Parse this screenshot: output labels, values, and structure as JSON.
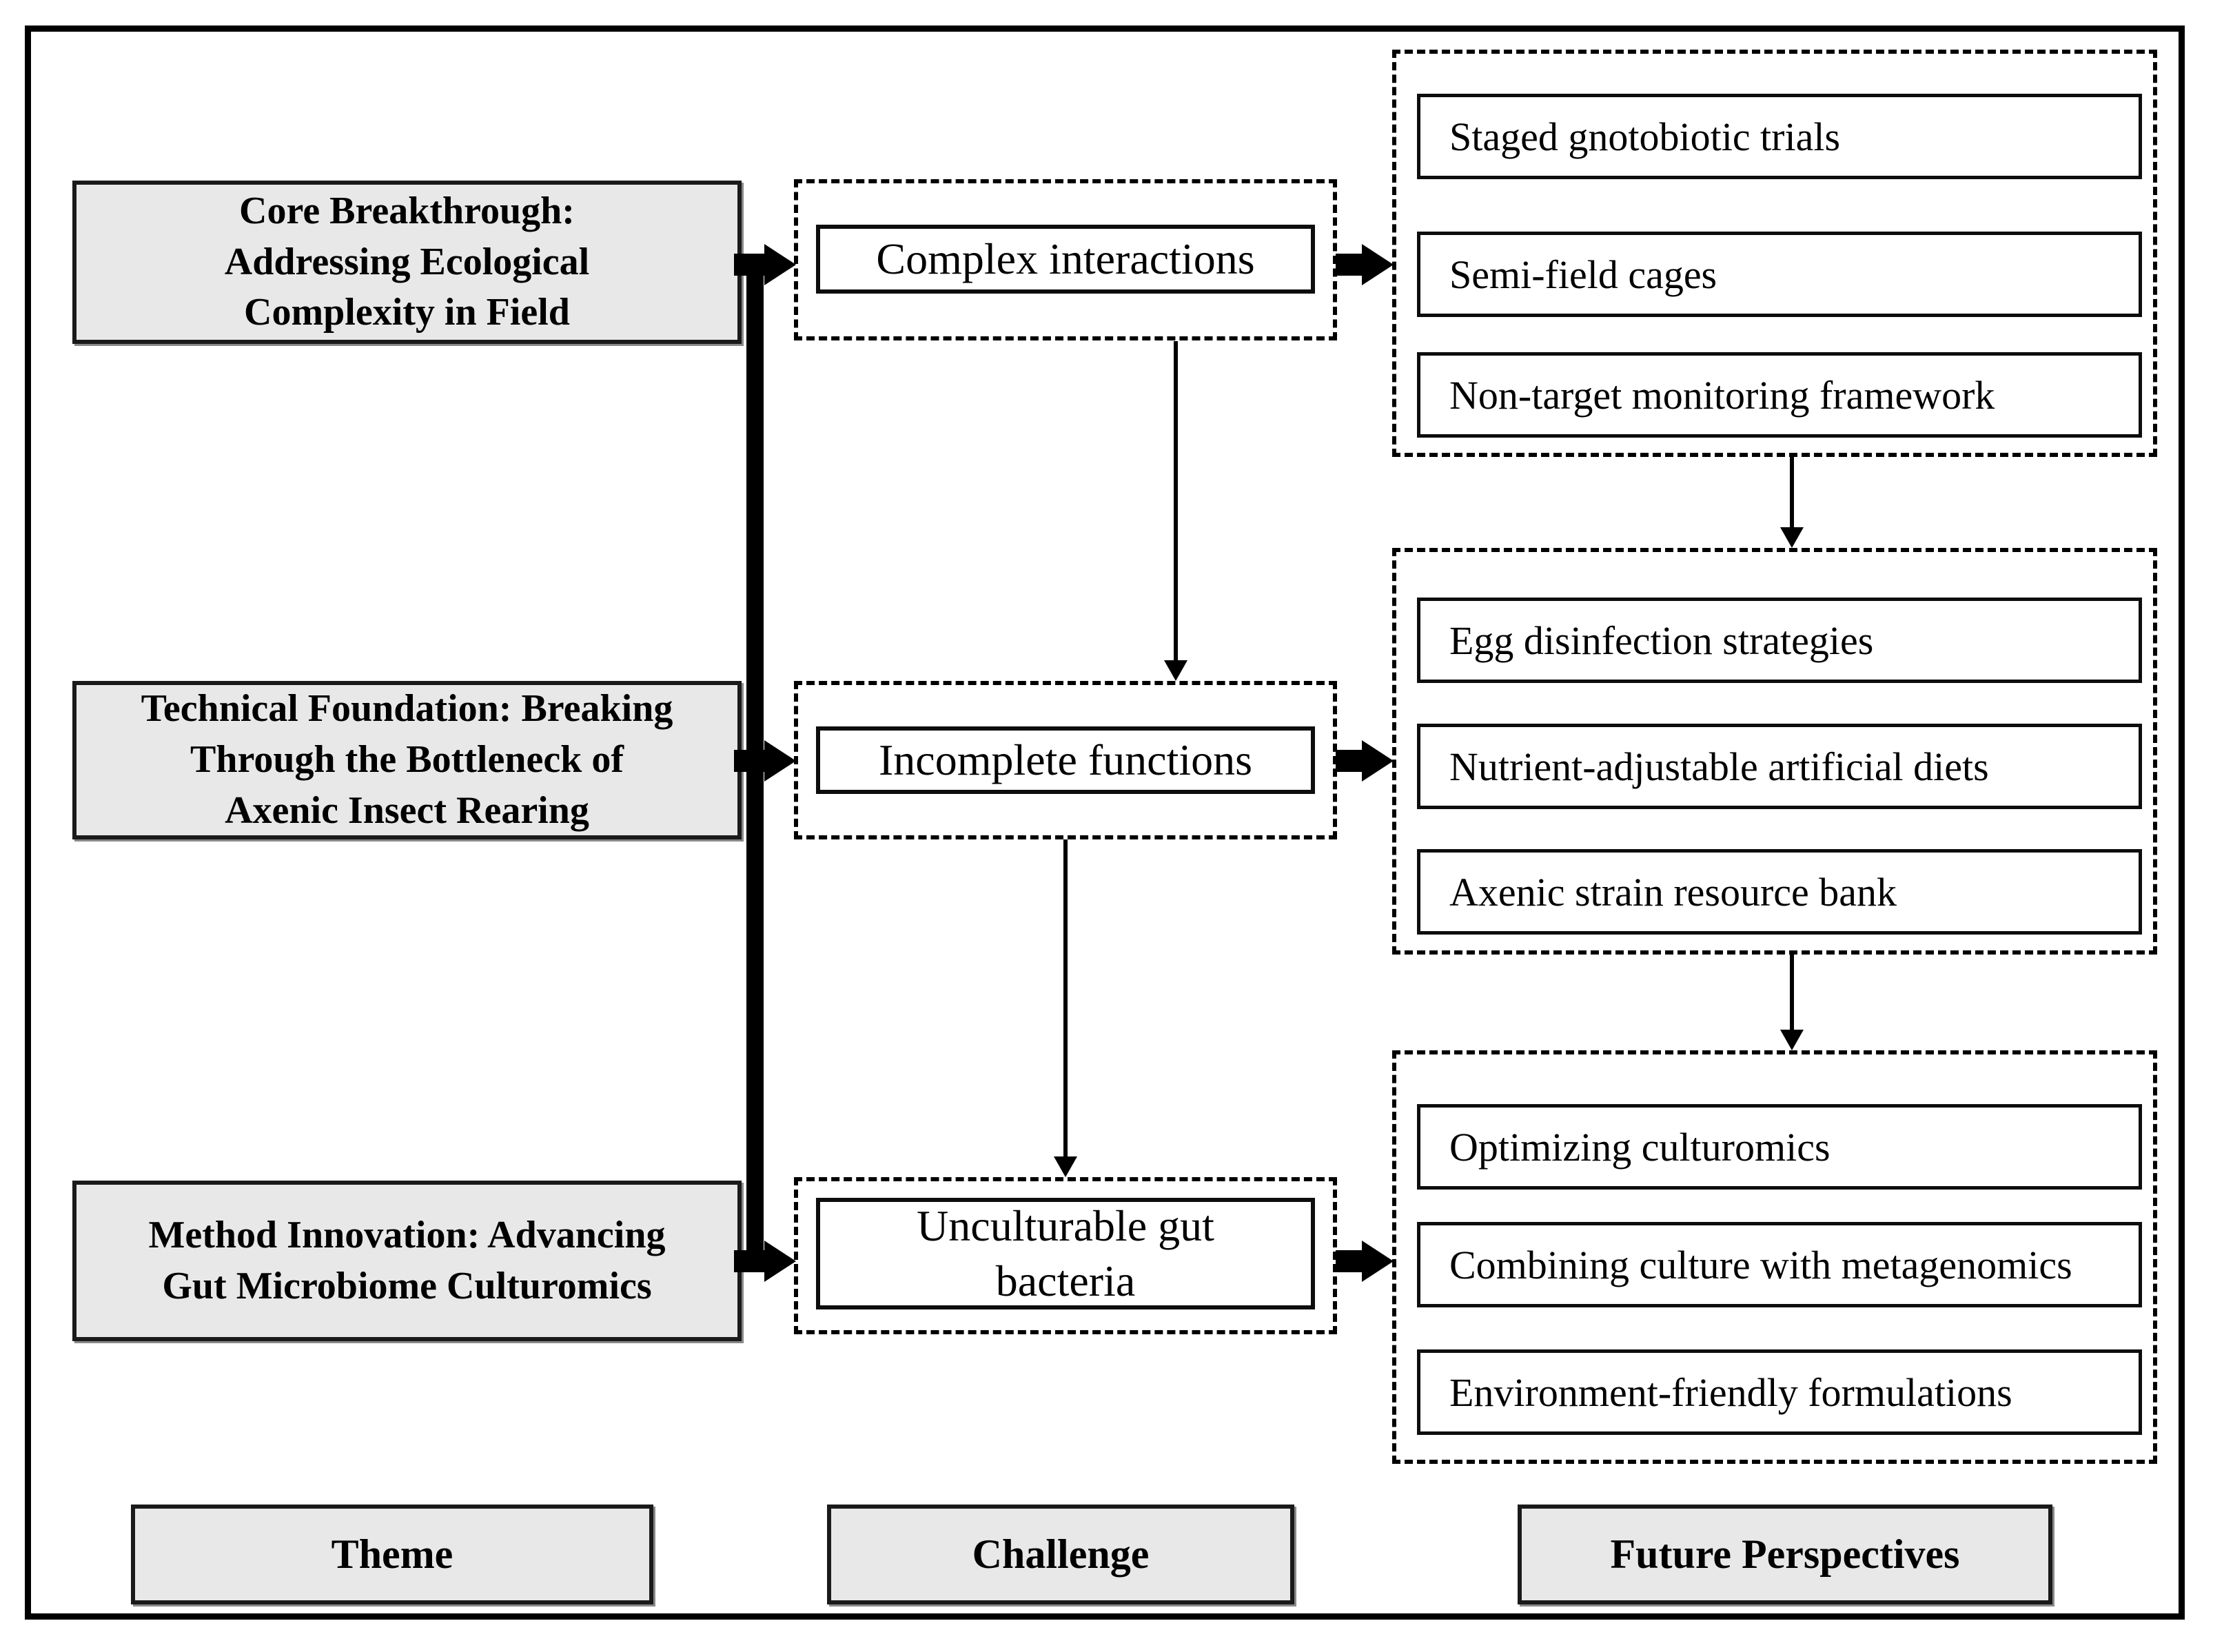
{
  "themes": [
    {
      "label": "Core Breakthrough:\nAddressing Ecological\nComplexity in Field"
    },
    {
      "label": "Technical Foundation: Breaking\nThrough the Bottleneck of\nAxenic Insect Rearing"
    },
    {
      "label": "Method Innovation: Advancing\nGut Microbiome Culturomics"
    }
  ],
  "challenges": [
    {
      "label": "Complex interactions"
    },
    {
      "label": "Incomplete functions"
    },
    {
      "label": "Unculturable gut\nbacteria"
    }
  ],
  "future_perspectives": [
    {
      "items": [
        "Staged gnotobiotic trials",
        "Semi-field cages",
        "Non-target monitoring framework"
      ]
    },
    {
      "items": [
        "Egg disinfection strategies",
        "Nutrient-adjustable artificial diets",
        "Axenic strain resource bank"
      ]
    },
    {
      "items": [
        "Optimizing culturomics",
        "Combining culture with metagenomics",
        "Environment-friendly formulations"
      ]
    }
  ],
  "footer": {
    "theme": "Theme",
    "challenge": "Challenge",
    "future": "Future Perspectives"
  },
  "colors": {
    "box_fill": "#e8e8e8",
    "line": "#000000",
    "background": "#ffffff"
  }
}
